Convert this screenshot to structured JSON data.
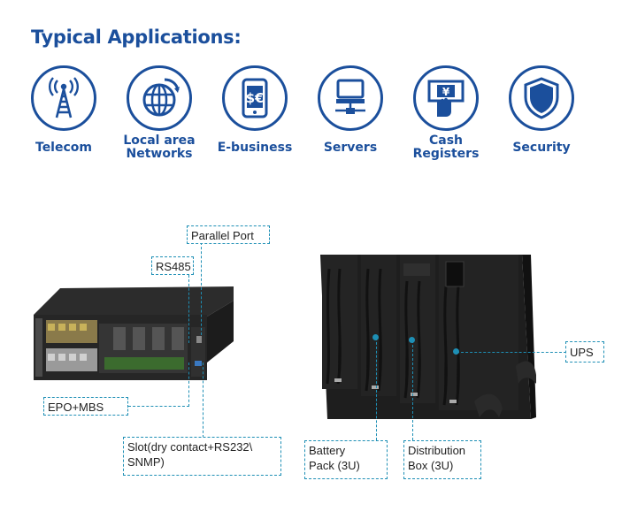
{
  "heading": "Typical Applications:",
  "applications": [
    {
      "label": "Telecom",
      "icon": "antenna-tower-icon"
    },
    {
      "label": "Local area\nNetworks",
      "icon": "globe-network-icon"
    },
    {
      "label": "E-business",
      "icon": "phone-money-icon"
    },
    {
      "label": "Servers",
      "icon": "server-monitor-icon"
    },
    {
      "label": "Cash\nRegisters",
      "icon": "cash-register-icon"
    },
    {
      "label": "Security",
      "icon": "shield-icon"
    }
  ],
  "callouts": {
    "parallel_port": "Parallel Port",
    "rs485": "RS485",
    "epo_mbs": "EPO+MBS",
    "slot": "Slot(dry contact+RS232\\\nSNMP)",
    "ups": "UPS",
    "battery_pack": "Battery\nPack (3U)",
    "distribution_box": "Distribution\nBox (3U)"
  },
  "colors": {
    "brand": "#1b4f9c",
    "callout": "#1e8fb5"
  }
}
